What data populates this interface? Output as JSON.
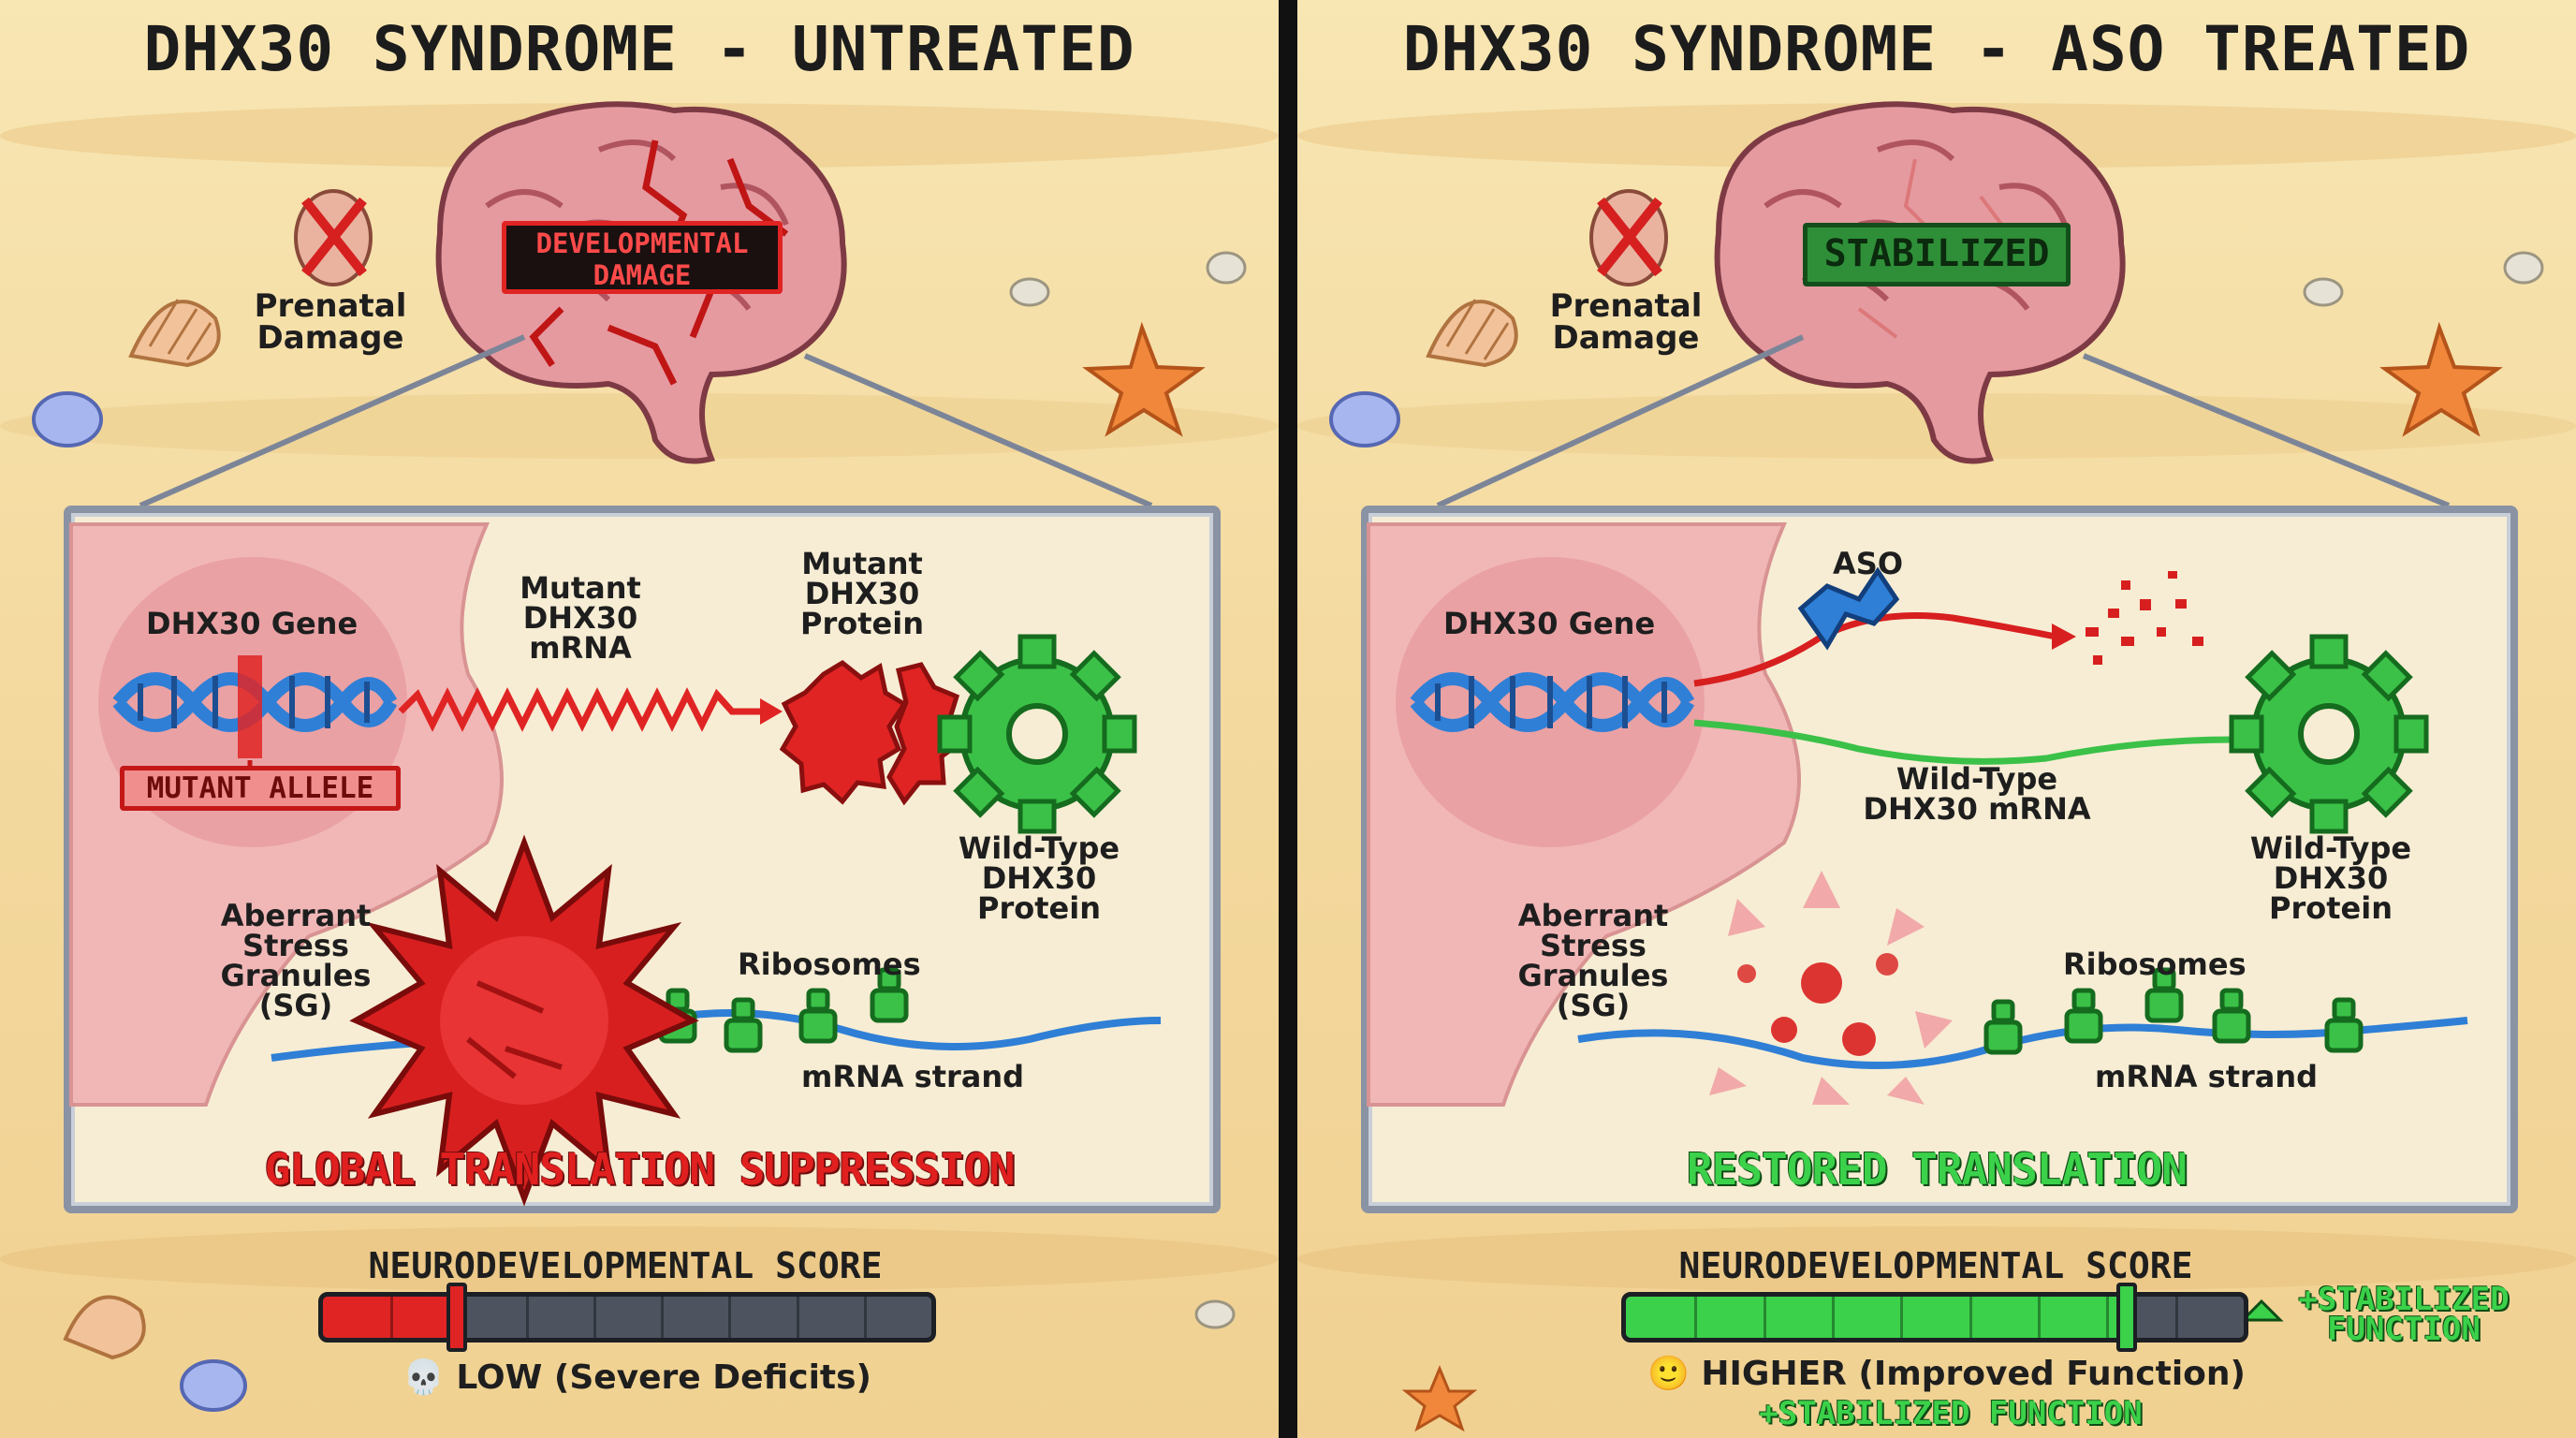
{
  "left": {
    "title": "DHX30 SYNDROME - UNTREATED",
    "brain_tag": "DEVELOPMENTAL DAMAGE",
    "prenatal_label": "Prenatal Damage",
    "gene_label": "DHX30 Gene",
    "allele_label": "MUTANT ALLELE",
    "mrna_label": "Mutant DHX30 mRNA",
    "protein_label": "Mutant DHX30 Protein",
    "wt_protein_label": "Wild-Type DHX30 Protein",
    "sg_label": "Aberrant Stress Granules (SG)",
    "ribosome_label": "Ribosomes",
    "strand_label": "mRNA strand",
    "caption": "GLOBAL TRANSLATION SUPPRESSION",
    "score_title": "NEURODEVELOPMENTAL SCORE",
    "score_text": "LOW (Severe Deficits)",
    "score_icon": "skull-icon",
    "score_fraction": 0.22,
    "score_color": "#e02424"
  },
  "right": {
    "title": "DHX30 SYNDROME - ASO TREATED",
    "brain_tag": "STABILIZED",
    "prenatal_label": "Prenatal Damage",
    "gene_label": "DHX30 Gene",
    "aso_label": "ASO",
    "wt_mrna_label": "Wild-Type DHX30 mRNA",
    "wt_protein_label": "Wild-Type DHX30 Protein",
    "sg_label": "Aberrant Stress Granules (SG)",
    "ribosome_label": "Ribosomes",
    "strand_label": "mRNA strand",
    "caption": "RESTORED TRANSLATION",
    "score_title": "NEURODEVELOPMENTAL SCORE",
    "score_text": "HIGHER (Improved Function)",
    "score_icon": "smiley-icon",
    "score_fraction": 0.81,
    "score_color": "#3bd14a",
    "stabilized_badge": "+STABILIZED FUNCTION",
    "stabilized_side": "+STABILIZED FUNCTION"
  },
  "colors": {
    "sand": "#f3d99a",
    "mutant_red": "#e02424",
    "healthy_green": "#3bd14a",
    "dna_blue": "#2f7fd6",
    "cell_pink": "#f1b7b7"
  }
}
